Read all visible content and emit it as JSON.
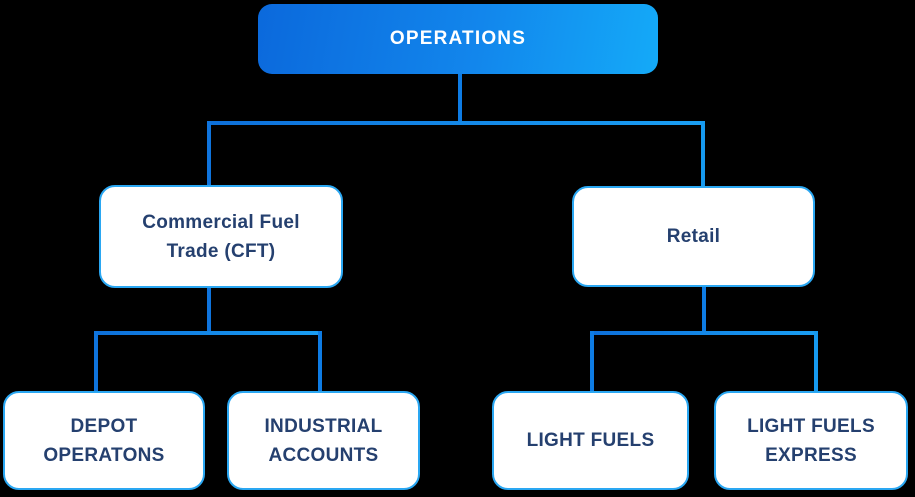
{
  "diagram": {
    "type": "org-chart",
    "nodes": {
      "operations": {
        "label": "OPERATIONS"
      },
      "cft": {
        "line1": "Commercial Fuel",
        "line2": "Trade (CFT)"
      },
      "retail": {
        "line1": "Retail"
      },
      "depot": {
        "line1": "DEPOT",
        "line2": "OPERATONS"
      },
      "industrial": {
        "line1": "INDUSTRIAL",
        "line2": "ACCOUNTS"
      },
      "light_fuels": {
        "line1": "LIGHT FUELS"
      },
      "light_fuels_express": {
        "line1": "LIGHT FUELS",
        "line2": "EXPRESS"
      }
    },
    "hierarchy": {
      "OPERATIONS": [
        "Commercial Fuel Trade (CFT)",
        "Retail"
      ],
      "Commercial Fuel Trade (CFT)": [
        "DEPOT OPERATONS",
        "INDUSTRIAL ACCOUNTS"
      ],
      "Retail": [
        "LIGHT FUELS",
        "LIGHT FUELS EXPRESS"
      ]
    },
    "colors": {
      "background": "#000000",
      "root_gradient_start": "#0b69dc",
      "root_gradient_end": "#14aaf8",
      "root_text": "#ffffff",
      "box_background": "#ffffff",
      "box_border": "#2aa7f2",
      "box_text": "#25406f",
      "connector": "#0e7ce4"
    }
  }
}
